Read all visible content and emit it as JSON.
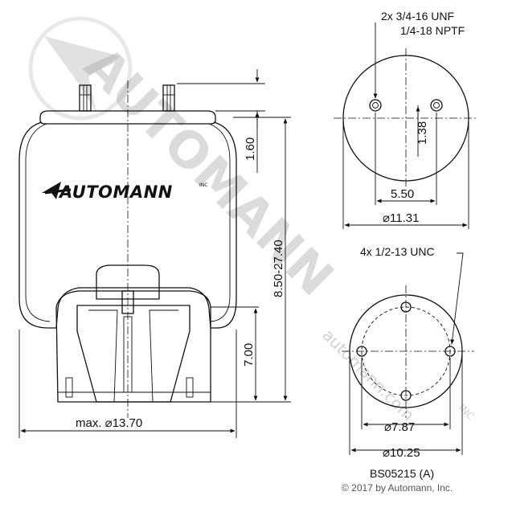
{
  "watermark": {
    "brand": "AUTOMANN",
    "site": "automann.com",
    "suffix": "INC"
  },
  "logo": {
    "brand": "AUTOMANN",
    "suffix": "INC"
  },
  "side_view": {
    "height_top_label": "1.60",
    "height_range_label": "8.50-27.40",
    "piston_height_label": "7.00",
    "max_diameter_label": "max. ⌀13.70"
  },
  "top_view": {
    "port_note_line1": "2x 3/4-16 UNF",
    "port_note_line2": "1/4-18 NPTF",
    "offset_label": "1.38",
    "spacing_label": "5.50",
    "diameter_label": "⌀11.31"
  },
  "bottom_view": {
    "bolt_note": "4x 1/2-13 UNC",
    "bolt_circle_label": "⌀7.87",
    "diameter_label": "⌀10.25"
  },
  "footer": {
    "part_number": "BS05215 (A)",
    "copyright": "© 2017 by Automann, Inc."
  }
}
